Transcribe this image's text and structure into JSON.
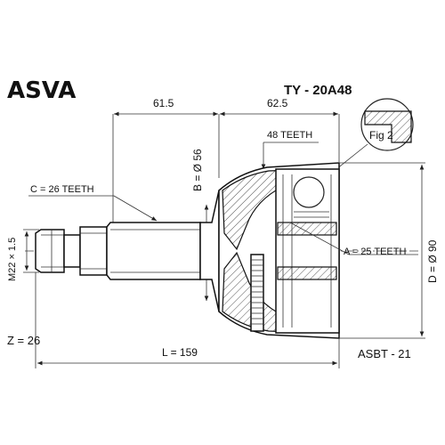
{
  "brand": "ASVA",
  "part_number": "TY - 20A48",
  "figure_label": "Fig 2",
  "dimensions": {
    "length_left": "61.5",
    "length_right": "62.5",
    "outer_teeth": "48 TEETH",
    "diameter_b": "B = Ø 56",
    "spline_c": "C = 26 TEETH",
    "thread": "M22 × 1.5",
    "spline_a": "A = 25 TEETH",
    "diameter_d": "D = Ø 90",
    "total_length": "L = 159",
    "z_value": "Z = 26"
  },
  "reference_code": "ASBT - 21",
  "colors": {
    "line": "#222222",
    "text": "#111111",
    "hatch": "#555555"
  }
}
